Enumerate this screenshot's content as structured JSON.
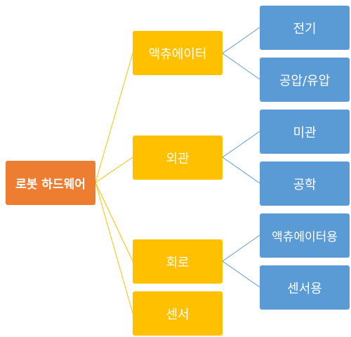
{
  "colors": {
    "root": "#ED7D31",
    "mid": "#FFC000",
    "leaf": "#5B9BD5",
    "connector_mid": "#FFC000",
    "connector_leaf": "#5B9BD5"
  },
  "root": {
    "label": "로봇 하드웨어"
  },
  "branches": [
    {
      "label": "액츄에이터",
      "children": [
        {
          "label": "전기"
        },
        {
          "label": "공압/유압"
        }
      ]
    },
    {
      "label": "외관",
      "children": [
        {
          "label": "미관"
        },
        {
          "label": "공학"
        }
      ]
    },
    {
      "label": "회로",
      "children": [
        {
          "label": "액츄에이터용"
        },
        {
          "label": "센서용"
        }
      ]
    },
    {
      "label": "센서",
      "children": []
    }
  ]
}
